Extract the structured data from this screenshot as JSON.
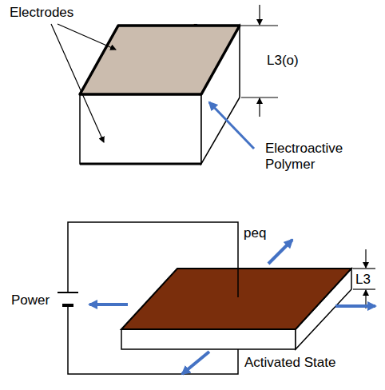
{
  "diagram": {
    "labels": [
      "Electrodes",
      "-",
      "L3(o)",
      "Electroactive Polymer",
      "peq",
      "Power",
      "L3",
      "Activated State"
    ]
  }
}
